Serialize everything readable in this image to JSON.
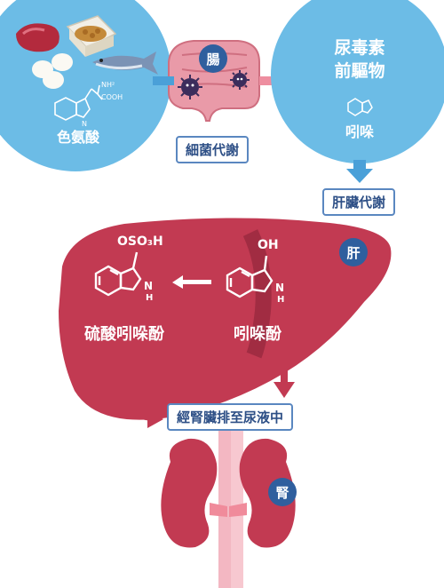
{
  "colors": {
    "blue_circle": "#6cbce6",
    "liver": "#c23a52",
    "kidney": "#c23a52",
    "organ_badge": "#2f5f9e",
    "arrow_pink": "#ee8ea0",
    "arrow_blue": "#4aa0d8",
    "label_border": "#5a87c0"
  },
  "food": {
    "label": "色氨酸",
    "molecule_labels": {
      "nh2": "NH²",
      "cooh": "COOH",
      "nh": "N\nH"
    },
    "icons": [
      "meat-icon",
      "eggs-icon",
      "natto-icon",
      "fish-icon"
    ]
  },
  "intestine": {
    "badge": "腸",
    "process_label": "細菌代謝"
  },
  "precursor": {
    "title_line1": "尿毒素",
    "title_line2": "前驅物",
    "compound": "吲哚"
  },
  "liver": {
    "process_label": "肝臟代謝",
    "badge": "肝",
    "oh_label": "OH",
    "oso3h_label": "OSO₃H",
    "indoxyl": "吲哚酚",
    "indoxyl_sulfate": "硫酸吲哚酚",
    "nh": "N\nH"
  },
  "kidney": {
    "excretion_label": "經腎臟排至尿液中",
    "badge": "腎"
  }
}
